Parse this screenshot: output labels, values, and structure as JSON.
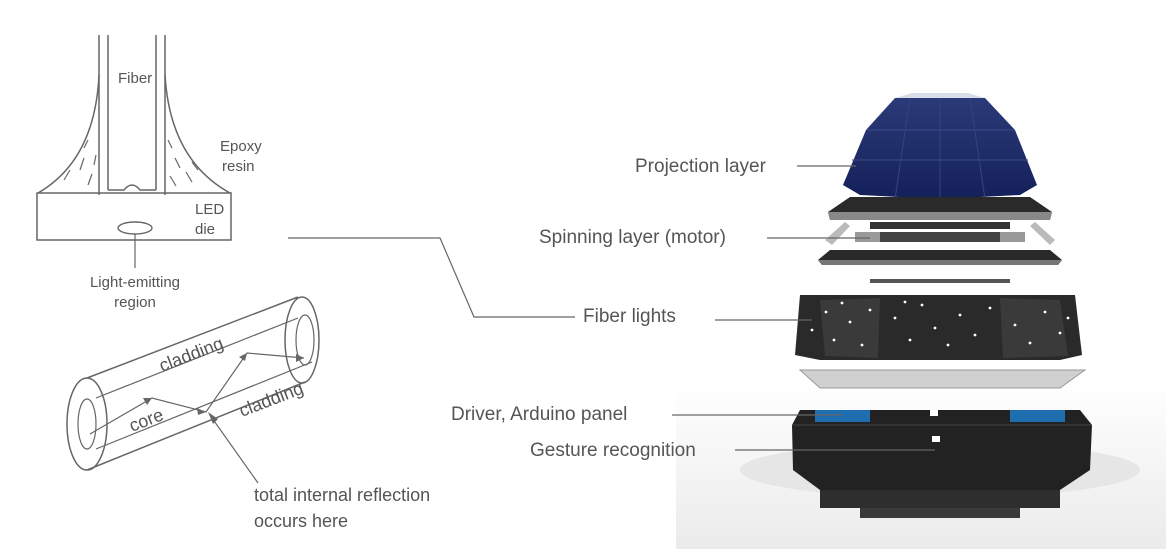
{
  "fiber_diagram": {
    "fiber": "Fiber",
    "epoxy_line1": "Epoxy",
    "epoxy_line2": "resin",
    "led_line1": "LED",
    "led_line2": "die",
    "emitting_line1": "Light-emitting",
    "emitting_line2": "region"
  },
  "tube_diagram": {
    "cladding_top": "cladding",
    "cladding_bottom": "cladding",
    "core": "core",
    "tir_line1": "total internal reflection",
    "tir_line2": "occurs here"
  },
  "device_labels": {
    "projection": "Projection layer",
    "spinning": "Spinning layer (motor)",
    "fiber_lights": "Fiber lights",
    "driver": "Driver, Arduino panel",
    "gesture": "Gesture recognition"
  }
}
